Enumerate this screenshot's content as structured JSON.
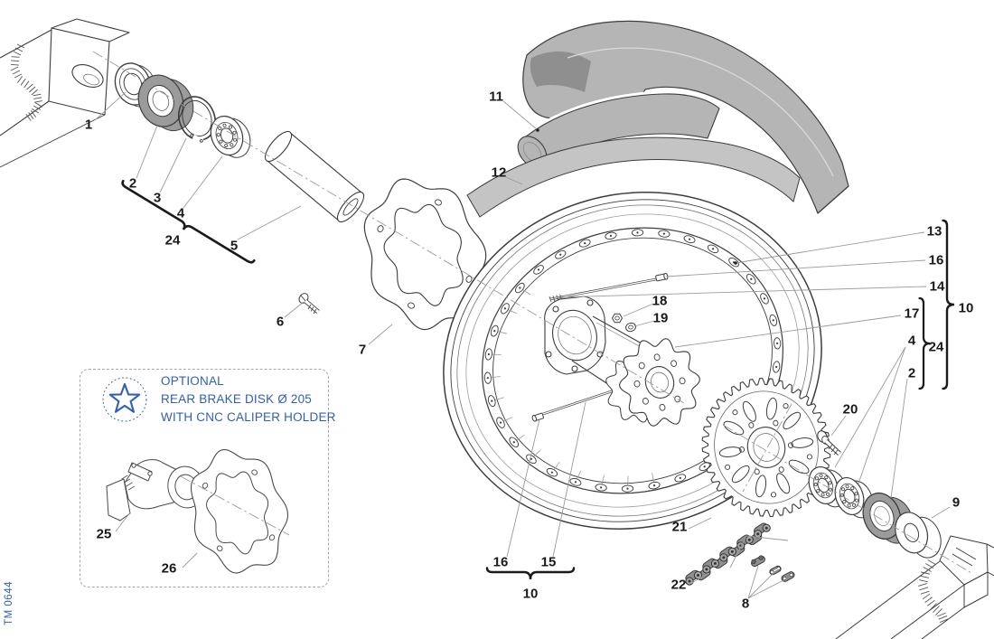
{
  "drawing_number": "TM 0644",
  "colors": {
    "blue_accent": "#3060b5",
    "line": "#3d3d3d",
    "gray_fill": "#b5b5b5",
    "gray_dark": "#8f8f8f",
    "seal_gray": "#9b9b9b",
    "leader": "#9b9b9b",
    "label": "#1a1a1a"
  },
  "optional_box": {
    "line1": "OPTIONAL",
    "line2": "REAR BRAKE DISK Ø 205",
    "line3": "WITH CNC CALIPER HOLDER"
  },
  "callouts": {
    "p1": "1",
    "p2": "2",
    "p3": "3",
    "p4": "4",
    "p24_left": "24",
    "p5": "5",
    "p6": "6",
    "p7": "7",
    "p11": "11",
    "p12": "12",
    "p13": "13",
    "p16_right": "16",
    "p14": "14",
    "p10_right": "10",
    "p17": "17",
    "p4_right": "4",
    "p24_right": "24",
    "p2_right": "2",
    "p18": "18",
    "p19": "19",
    "p20": "20",
    "p21": "21",
    "p22": "22",
    "p8": "8",
    "p9": "9",
    "p16_bottom": "16",
    "p15": "15",
    "p10_bottom": "10",
    "p25": "25",
    "p26": "26"
  }
}
